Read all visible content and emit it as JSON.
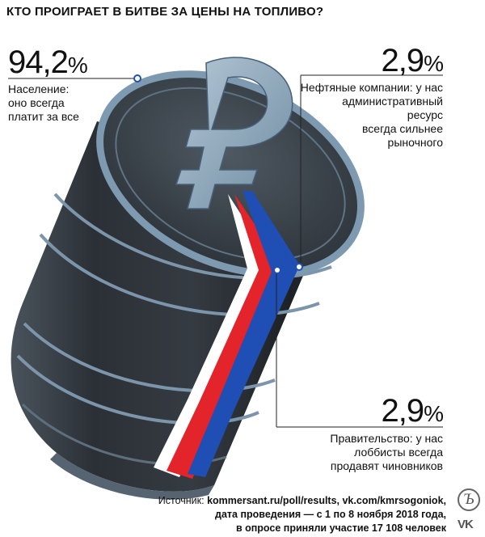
{
  "title": "КТО ПРОИГРАЕТ В БИТВЕ ЗА ЦЕНЫ НА ТОПЛИВО?",
  "chart_data": {
    "type": "pie",
    "title": "КТО ПРОИГРАЕТ В БИТВЕ ЗА ЦЕНЫ НА ТОПЛИВО?",
    "categories": [
      "Население: оно всегда платит за все",
      "Нефтяные компании: у нас административный ресурс всегда сильнее рыночного",
      "Правительство: у нас лоббисты всегда продавят чиновников"
    ],
    "values": [
      94.2,
      2.9,
      2.9
    ],
    "unit": "%"
  },
  "labels": {
    "population": {
      "value": "94,2",
      "unit": "%",
      "lines": [
        "Население:",
        "оно всегда",
        "платит за все"
      ]
    },
    "oil": {
      "value": "2,9",
      "unit": "%",
      "lines": [
        "Нефтяные компании: у нас",
        "административный",
        "ресурс",
        "всегда сильнее",
        "рыночного"
      ]
    },
    "government": {
      "value": "2,9",
      "unit": "%",
      "lines": [
        "Правительство: у нас",
        "лоббисты всегда",
        "продавят чиновников"
      ]
    }
  },
  "source": {
    "prefix": "Источник: ",
    "links": "kommersant.ru/poll/results, vk.com/kmrsogoniok,",
    "line2": "дата проведения — с 1 по 8 ноября 2018 года,",
    "line3": "в опросе приняли участие 17 108 человек"
  },
  "logos": {
    "kommersant": "Ъ",
    "vk": "VK"
  },
  "colors": {
    "barrel": "#3b434b",
    "barrel_rim": "#6f90ab",
    "ruble": "#8ea8bd",
    "red": "#e3242b",
    "blue": "#1f4fb5",
    "white": "#ffffff"
  }
}
